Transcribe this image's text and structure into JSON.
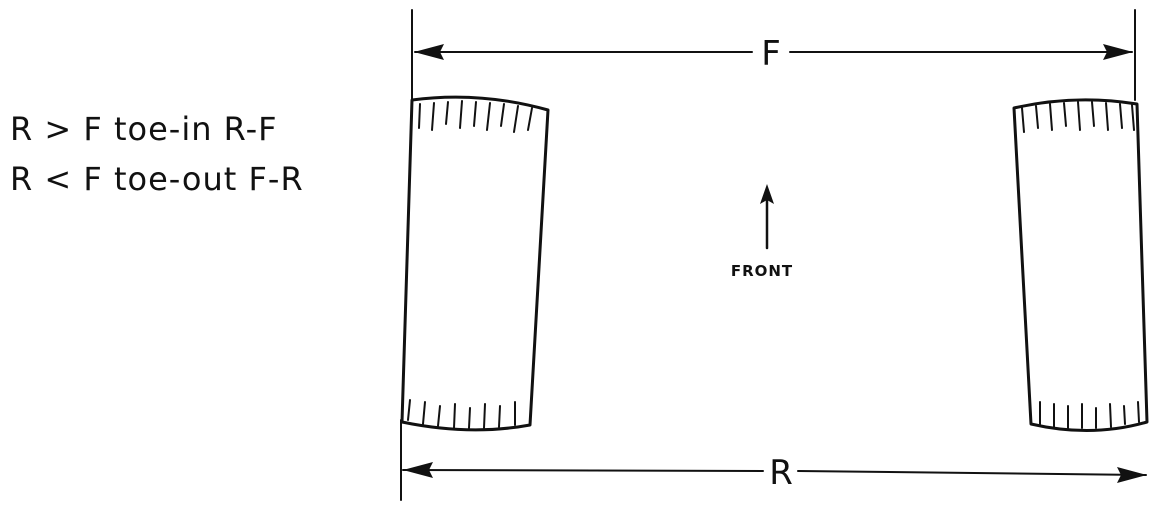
{
  "notes": {
    "toe_in": "R > F  toe-in  R-F",
    "toe_out": "R < F  toe-out  F-R"
  },
  "dimensions": {
    "front_label": "F",
    "rear_label": "R"
  },
  "direction": {
    "label": "FRONT"
  },
  "colors": {
    "ink": "#111111",
    "paper": "#ffffff"
  }
}
